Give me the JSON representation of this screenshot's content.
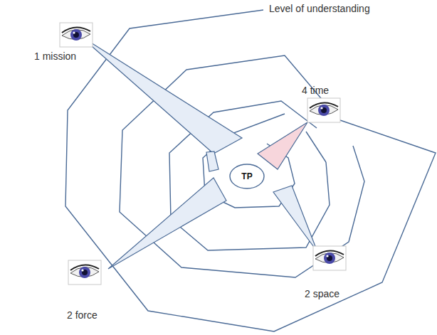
{
  "diagram": {
    "nodes": [
      {
        "text": [
          "TP"
        ]
      }
    ],
    "labels": [
      "Level of understanding",
      "1 mission",
      "4 time",
      "2 force",
      "2 space"
    ]
  }
}
